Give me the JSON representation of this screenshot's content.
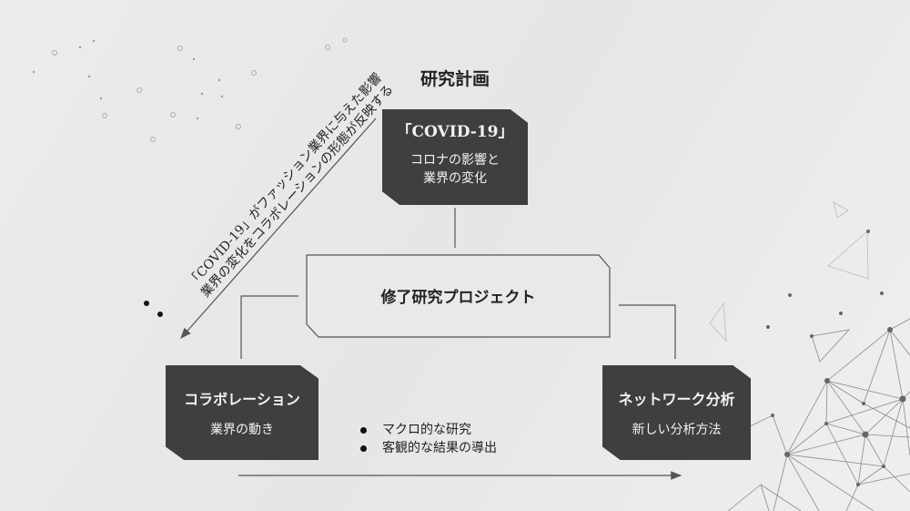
{
  "title": "研究計画",
  "top_box": {
    "heading": "「COVID-19」",
    "line1": "コロナの影響と",
    "line2": "業界の変化"
  },
  "center_box": {
    "label": "修了研究プロジェクト"
  },
  "left_box": {
    "heading": "コラボレーション",
    "sub": "業界の動き"
  },
  "right_box": {
    "heading": "ネットワーク分析",
    "sub": "新しい分析方法"
  },
  "diagonal_note": {
    "line1": "「COVID-19」がファッション業界に与えた影響",
    "line2": "業界の変化をコラボレーションの形態が反映する"
  },
  "bullets": [
    "マクロ的な研究",
    "客観的な結果の導出"
  ],
  "colors": {
    "box": "#3f3f3f",
    "line": "#555555",
    "background": "#e9e9e9"
  }
}
